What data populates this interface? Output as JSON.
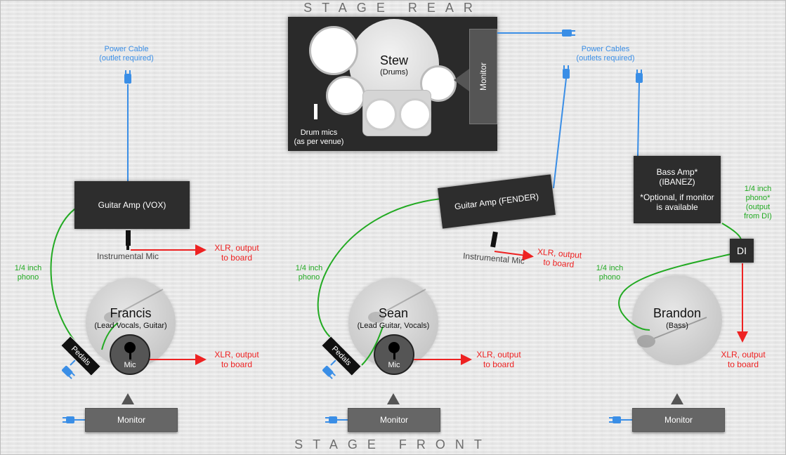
{
  "titles": {
    "rear": "STAGE REAR",
    "front": "STAGE FRONT"
  },
  "drums": {
    "name": "Stew",
    "role": "(Drums)",
    "monitor": "Monitor",
    "mics_line1": "Drum mics",
    "mics_line2": "(as per venue)"
  },
  "power": {
    "left_line1": "Power Cable",
    "left_line2": "(outlet required)",
    "right_line1": "Power Cables",
    "right_line2": "(outlets required)"
  },
  "francis": {
    "name": "Francis",
    "role": "(Lead Vocals, Guitar)",
    "amp": "Guitar Amp (VOX)",
    "inst_mic": "Instrumental Mic",
    "amp_out_1": "XLR, output",
    "amp_out_2": "to board",
    "phono_1": "1/4 inch",
    "phono_2": "phono",
    "pedals": "Pedals",
    "mic": "Mic",
    "mic_out_1": "XLR, output",
    "mic_out_2": "to board",
    "monitor": "Monitor"
  },
  "sean": {
    "name": "Sean",
    "role": "(Lead Guitar, Vocals)",
    "amp": "Guitar Amp (FENDER)",
    "inst_mic": "Instrumental Mic",
    "amp_out_1": "XLR, output",
    "amp_out_2": "to board",
    "phono_1": "1/4 inch",
    "phono_2": "phono",
    "pedals": "Pedals",
    "mic": "Mic",
    "mic_out_1": "XLR, output",
    "mic_out_2": "to board",
    "monitor": "Monitor"
  },
  "brandon": {
    "name": "Brandon",
    "role": "(Bass)",
    "amp_1": "Bass Amp*",
    "amp_2": "(IBANEZ)",
    "amp_3": "*Optional, if monitor",
    "amp_4": "is available",
    "di": "DI",
    "di_phono_1": "1/4 inch",
    "di_phono_2": "phono*",
    "di_phono_3": "(output",
    "di_phono_4": "from DI)",
    "phono_1": "1/4 inch",
    "phono_2": "phono",
    "out_1": "XLR, output",
    "out_2": "to board",
    "monitor": "Monitor"
  },
  "colors": {
    "power": "#3a8ee6",
    "phono": "#22aa22",
    "xlr": "#ee2222",
    "box": "#2d2d2d",
    "monitor": "#666666"
  }
}
